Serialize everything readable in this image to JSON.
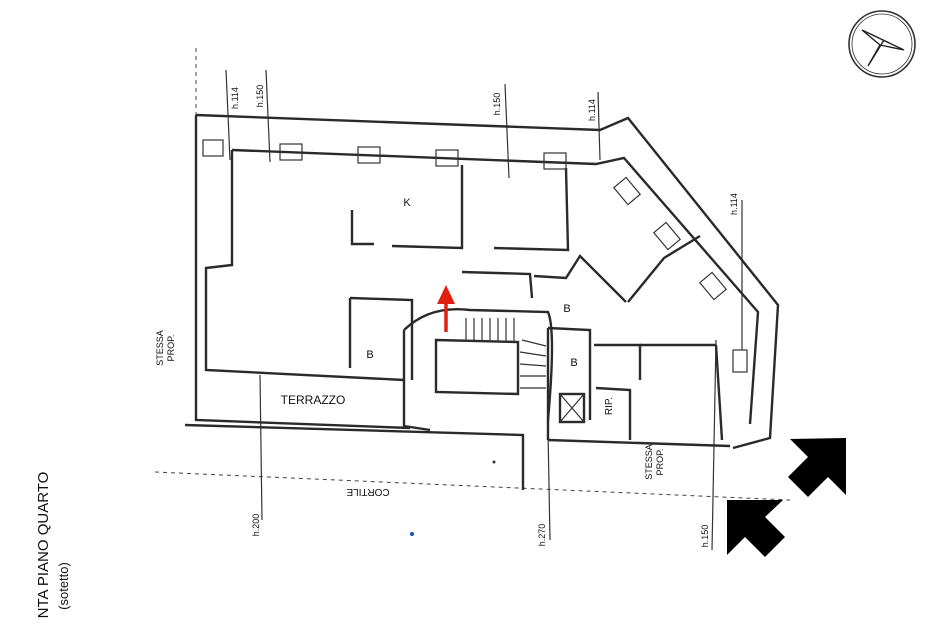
{
  "plan": {
    "title": "NTA PIANO QUARTO",
    "subtitle": "(sotetto)",
    "rooms": {
      "kitchen": "K",
      "bath_left": "B",
      "bath_center": "B",
      "bath_right": "B",
      "storage": "RIP.",
      "terrace": "TERRAZZO",
      "courtyard": "CORTILE"
    },
    "neighbors": {
      "left_line1": "STESSA",
      "left_line2": "PROP.",
      "right_line1": "STESSA",
      "right_line2": "PROP."
    },
    "heights": {
      "h1": "h.114",
      "h2": "h.150",
      "h3": "h.150",
      "h4": "h.114",
      "h5": "h.114",
      "h6": "h.200",
      "h7": "h.270",
      "h8": "h.150"
    }
  },
  "colors": {
    "walls": "#2a2a2a",
    "entrance_arrow": "#e02010",
    "direction_arrows": "#000000"
  },
  "icons": {
    "compass": "north-compass-icon",
    "entrance": "entrance-arrow-icon",
    "direction": "diagonal-arrows-icon"
  }
}
